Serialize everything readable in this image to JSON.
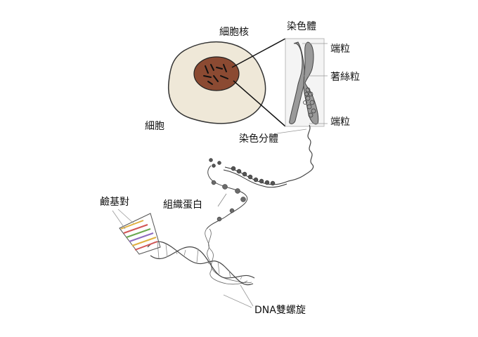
{
  "diagram": {
    "labels": {
      "nucleus": "細胞核",
      "cell": "細胞",
      "chromosome": "染色體",
      "telomere_top": "端粒",
      "centromere": "著絲粒",
      "telomere_bottom": "端粒",
      "chromatid": "染色分體",
      "histone": "組織蛋白",
      "base_pair": "鹼基對",
      "dna_helix": "DNA雙螺旋"
    },
    "colors": {
      "cell_fill": "#efe8d8",
      "nucleus_fill": "#8b4a32",
      "chromosome_fill": "#9a9a9a",
      "base_pair_colors": [
        "#e0b040",
        "#d25555",
        "#6aa84f",
        "#8e6bbf"
      ]
    }
  }
}
